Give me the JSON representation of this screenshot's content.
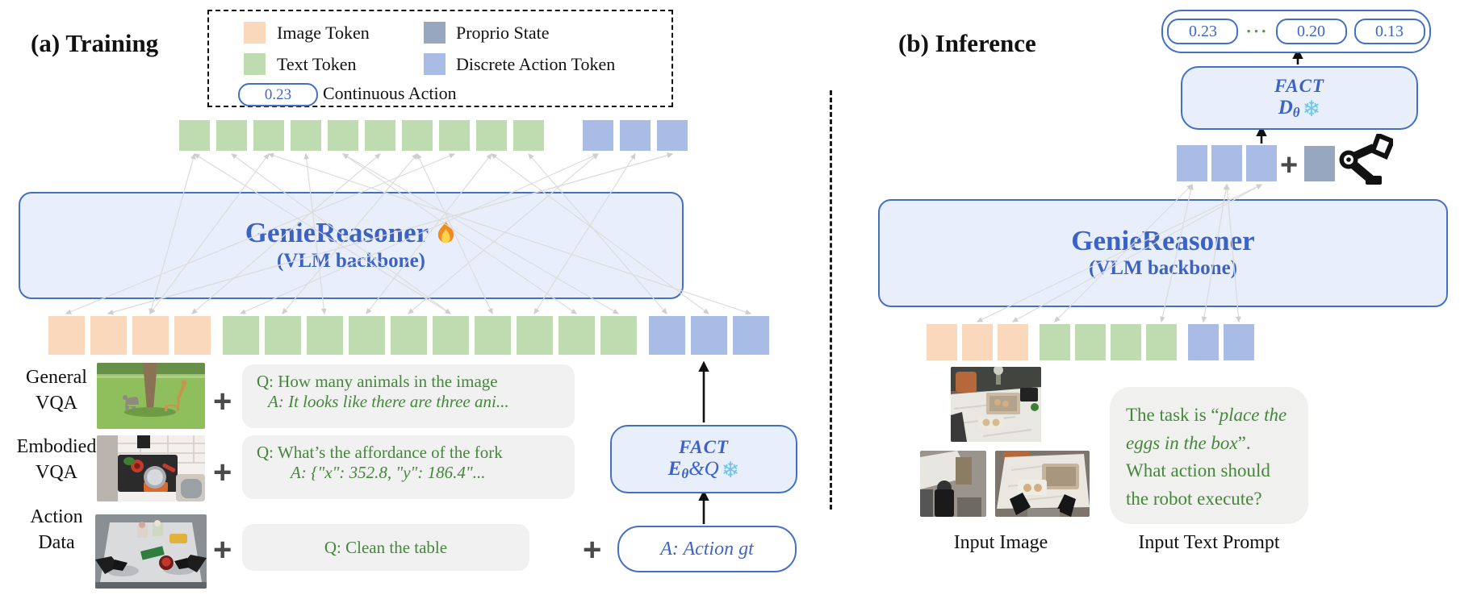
{
  "panel_a": {
    "title": "(a) Training",
    "legend": {
      "items": [
        {
          "label": "Image Token",
          "color": "#f9d8bb"
        },
        {
          "label": "Text Token",
          "color": "#bedcb0"
        },
        {
          "label": "Proprio State",
          "color": "#98a7c0"
        },
        {
          "label": "Discrete Action Token",
          "color": "#a8bce6"
        }
      ],
      "continuous_value": "0.23",
      "continuous_label": "Continuous Action"
    },
    "model_title": "GenieReasoner",
    "model_subtitle": "(VLM backbone)",
    "sources": [
      {
        "label": "General\nVQA",
        "q": "Q: How many animals in the image",
        "a": "A: It looks like there are three ani..."
      },
      {
        "label": "Embodied\nVQA",
        "q": "Q: What’s the affordance of the fork",
        "a": "A: {\"x\": 352.8, \"y\": 186.4\"..."
      },
      {
        "label": "Action\nData",
        "q": "Q: Clean the table"
      }
    ],
    "plus": "+",
    "fact_encoder": {
      "title": "FACT",
      "e": "E",
      "theta": "θ",
      "amp": " & ",
      "q": "Q",
      "snow": "❄"
    },
    "action_gt": "A: Action gt"
  },
  "panel_b": {
    "title": "(b) Inference",
    "output_values": [
      "0.23",
      "0.20",
      "0.13"
    ],
    "dots": "···",
    "fact_decoder": {
      "title": "FACT",
      "d": "D",
      "theta": "θ",
      "snow": "❄"
    },
    "model_title": "GenieReasoner",
    "model_subtitle": "(VLM backbone)",
    "plus": "+",
    "input_image_label": "Input Image",
    "prompt": {
      "l1_pre": "The task is “",
      "l1_it": "place the",
      "l2_it": "eggs in the box",
      "l2_post": "”.",
      "l3": "What action should",
      "l4": "the robot execute?"
    },
    "prompt_label": "Input Text Prompt"
  },
  "tokens": {
    "a_top": [
      "text",
      "text",
      "text",
      "text",
      "text",
      "text",
      "text",
      "text",
      "text",
      "text",
      "action",
      "action",
      "action"
    ],
    "a_bottom": [
      "image",
      "image",
      "image",
      "image",
      "text",
      "text",
      "text",
      "text",
      "text",
      "text",
      "text",
      "text",
      "text",
      "text",
      "action",
      "action",
      "action"
    ],
    "b_top": [
      "action",
      "action",
      "action"
    ],
    "b_bottom": [
      "image",
      "image",
      "image",
      "text",
      "text",
      "text",
      "text",
      "action",
      "action"
    ]
  }
}
